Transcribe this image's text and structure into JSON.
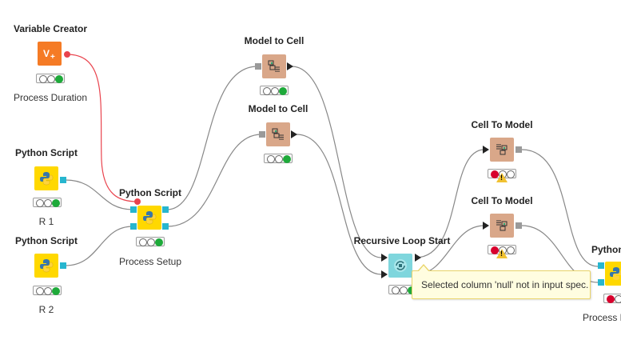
{
  "workflow": {
    "nodes": {
      "variable_creator": {
        "title": "Variable Creator",
        "label": "Process Duration",
        "icon": "variable-creator-icon",
        "status": "executed"
      },
      "python_script_r1": {
        "title": "Python Script",
        "label": "R 1",
        "icon": "python-icon",
        "status": "executed"
      },
      "python_script_r2": {
        "title": "Python Script",
        "label": "R 2",
        "icon": "python-icon",
        "status": "executed"
      },
      "python_script_setup": {
        "title": "Python Script",
        "label": "Process Setup",
        "icon": "python-icon",
        "status": "executed"
      },
      "model_to_cell_1": {
        "title": "Model to Cell",
        "icon": "model-to-cell-icon",
        "status": "executed"
      },
      "model_to_cell_2": {
        "title": "Model to Cell",
        "icon": "model-to-cell-icon",
        "status": "executed"
      },
      "recursive_loop_start": {
        "title": "Recursive Loop Start",
        "icon": "loop-start-icon",
        "status": "executed"
      },
      "cell_to_model_1": {
        "title": "Cell To Model",
        "icon": "cell-to-model-icon",
        "status": "error",
        "warning": true
      },
      "cell_to_model_2": {
        "title": "Cell To Model",
        "icon": "cell-to-model-icon",
        "status": "error",
        "warning": true
      },
      "python_edge": {
        "title": "Python",
        "label": "Process E",
        "icon": "python-icon",
        "status": "error"
      }
    },
    "tooltip": {
      "text": "Selected column 'null' not in input spec."
    },
    "colors": {
      "port_table": "#27b6cf",
      "port_model": "#9a9a9a",
      "flow_variable": "#e9434d",
      "connection": "#888888",
      "status_green": "#1eaa3a",
      "status_red": "#d8002d",
      "warning": "#f1c232"
    }
  }
}
